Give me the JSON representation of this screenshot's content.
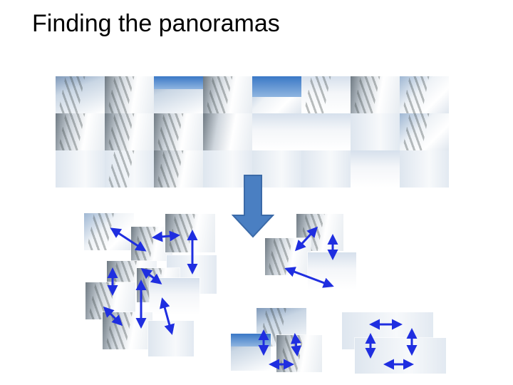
{
  "slide": {
    "title": "Finding the panoramas"
  },
  "colors": {
    "arrow_blue": "#1f2ee0",
    "big_arrow": "#4a7fc2",
    "big_arrow_stroke": "#3b6aa8"
  },
  "icons": {
    "down_arrow": "down-arrow-icon",
    "match_link": "double-headed-arrow-icon"
  },
  "image_grid": {
    "rows": 3,
    "columns": 8
  }
}
